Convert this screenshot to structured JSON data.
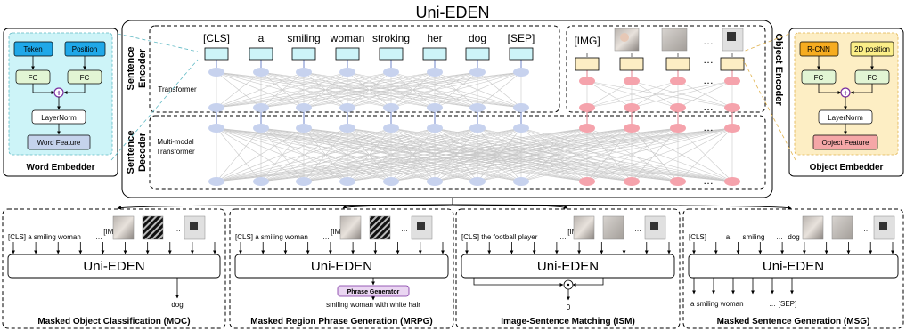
{
  "title": "Uni-EDEN",
  "word_embedder": {
    "token": "Token",
    "position": "Position",
    "fc1": "FC",
    "fc2": "FC",
    "plus": "+",
    "layernorm": "LayerNorm",
    "feature": "Word Feature",
    "caption": "Word Embedder"
  },
  "object_embedder": {
    "rcnn": "R-CNN",
    "pos2d": "2D position",
    "fc1": "FC",
    "fc2": "FC",
    "plus": "+",
    "layernorm": "LayerNorm",
    "feature": "Object Feature",
    "caption": "Object Embedder"
  },
  "sentence_encoder": {
    "label_line1": "Sentence",
    "label_line2": "Encoder",
    "transformer": "Transformer",
    "tokens": [
      "[CLS]",
      "a",
      "smiling",
      "woman",
      "stroking",
      "her",
      "dog",
      "[SEP]"
    ]
  },
  "object_encoder": {
    "label": "Object Encoder",
    "img_token": "[IMG]",
    "ellipsis": "…"
  },
  "sentence_decoder": {
    "label_line1": "Sentence",
    "label_line2": "Decoder",
    "transformer_line1": "Multi-modal",
    "transformer_line2": "Transformer"
  },
  "tasks": [
    {
      "id": "moc",
      "input_text": "[CLS] a smiling woman",
      "dots": "…",
      "img": "[IMG]",
      "model": "Uni-EDEN",
      "output": "dog",
      "caption": "Masked Object Classification (MOC)"
    },
    {
      "id": "mrpg",
      "input_text": "[CLS] a smiling woman",
      "dots": "…",
      "img": "[IMG]",
      "model": "Uni-EDEN",
      "generator": "Phrase Generator",
      "output": "smiling woman with white hair",
      "caption": "Masked Region Phrase Generation (MRPG)"
    },
    {
      "id": "ism",
      "input_text": "[CLS] the football player",
      "dots": "…",
      "img": "[IMG]",
      "model": "Uni-EDEN",
      "output": "0",
      "caption": "Image-Sentence Matching (ISM)"
    },
    {
      "id": "msg",
      "cls": "[CLS]",
      "w1": "a",
      "w2": "smiling",
      "dots": "…",
      "w3": "dog",
      "model": "Uni-EDEN",
      "output_text": "a smiling woman",
      "output_dots": "…",
      "output_sep": "[SEP]",
      "caption": "Masked Sentence Generation (MSG)"
    }
  ],
  "colors": {
    "token_blue": "#20a8e8",
    "fc_green": "#e2f5d4",
    "feature_blue": "#c5d3ec",
    "rcnn_orange": "#f6ac20",
    "pos_yellow": "#fbee88",
    "obj_feature_red": "#f5a7a7",
    "plus_purple": "#7a2fa0",
    "node_blue": "#c7d2ee",
    "node_red": "#f5a3ac",
    "embed_cyan": "#cdf4f8",
    "embed_cream": "#fdeec4"
  }
}
